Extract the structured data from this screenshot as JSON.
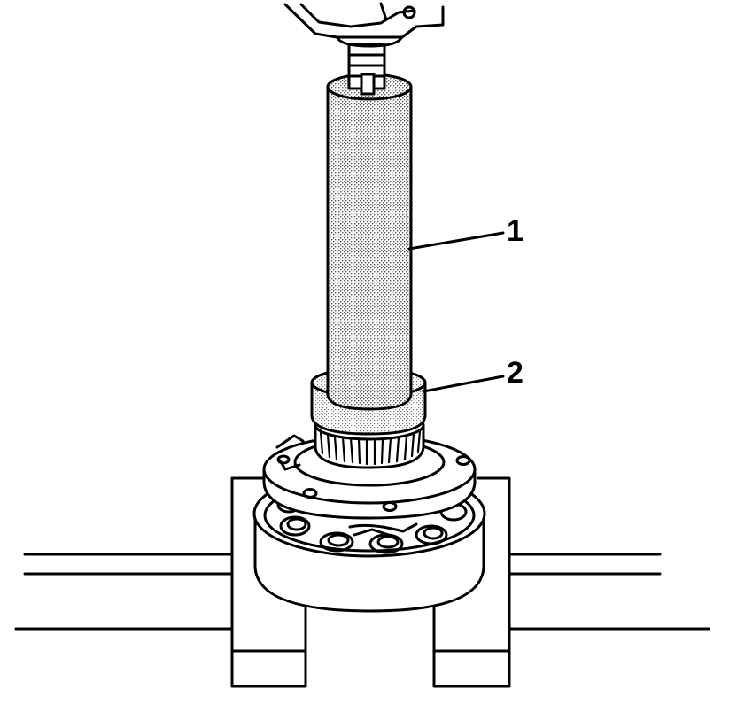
{
  "callouts": [
    {
      "id": "1",
      "label": "1"
    },
    {
      "id": "2",
      "label": "2"
    }
  ],
  "colors": {
    "line": "#000000",
    "background": "#ffffff",
    "shading": "#7a7a7a"
  }
}
